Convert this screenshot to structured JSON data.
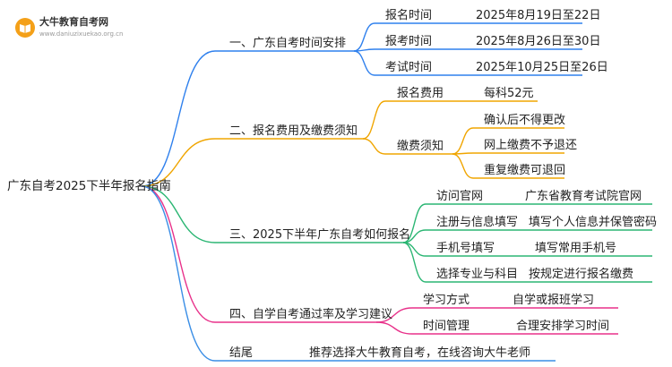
{
  "logo": {
    "name": "大牛教育自考网",
    "url": "www.daniuzixuekao.org.cn"
  },
  "root": "广东自考2025下半年报名指南",
  "branches": [
    {
      "label": "一、广东自考时间安排",
      "color": "#2f80ed",
      "items": [
        {
          "label": "报名时间",
          "value": "2025年8月19日至22日"
        },
        {
          "label": "报考时间",
          "value": "2025年8月26日至30日"
        },
        {
          "label": "考试时间",
          "value": "2025年10月25日至26日"
        }
      ]
    },
    {
      "label": "二、报名费用及缴费须知",
      "color": "#f0a500",
      "items": [
        {
          "label": "报名费用",
          "value": "每科52元"
        },
        {
          "label": "缴费须知",
          "values": [
            "确认后不得更改",
            "网上缴费不予退还",
            "重复缴费可退回"
          ]
        }
      ]
    },
    {
      "label": "三、2025下半年广东自考如何报名",
      "color": "#2bb673",
      "items": [
        {
          "label": "访问官网",
          "value": "广东省教育考试院官网"
        },
        {
          "label": "注册与信息填写",
          "value": "填写个人信息并保管密码"
        },
        {
          "label": "手机号填写",
          "value": "填写常用手机号"
        },
        {
          "label": "选择专业与科目",
          "value": "按规定进行报名缴费"
        }
      ]
    },
    {
      "label": "四、自学自考通过率及学习建议",
      "color": "#e8318a",
      "items": [
        {
          "label": "学习方式",
          "value": "自学或报班学习"
        },
        {
          "label": "时间管理",
          "value": "合理安排学习时间"
        }
      ]
    },
    {
      "label": "结尾",
      "color": "#3a8ee6",
      "items": [
        {
          "label": "推荐选择大牛教育自考，在线咨询大牛老师"
        }
      ]
    }
  ]
}
